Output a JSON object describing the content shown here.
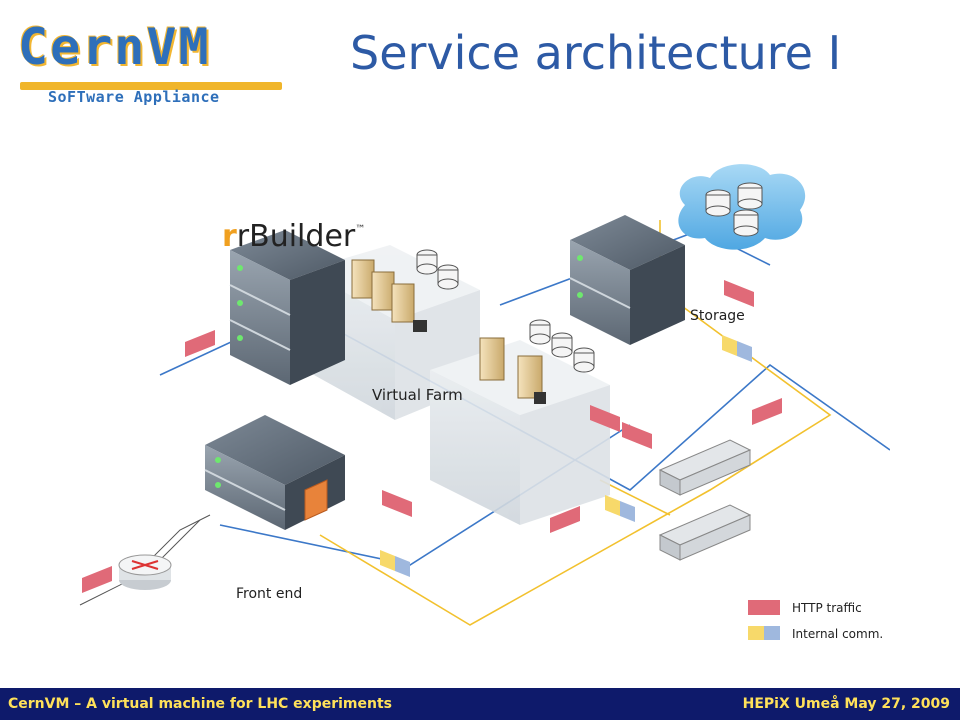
{
  "logo": {
    "main": "CernVM",
    "sub": "SoFTware Appliance"
  },
  "title": "Service architecture I",
  "diagram": {
    "rbuilder_label": "rBuilder",
    "trademark": "™",
    "virtual_farm_label": "Virtual Farm",
    "storage_label": "Storage",
    "front_end_label": "Front end",
    "legend": {
      "http": "HTTP traffic",
      "internal": "Internal comm."
    },
    "colors": {
      "http": "#e06a78",
      "internal_yellow": "#f7d96a",
      "internal_blue": "#9fb8de",
      "blue_line": "#3c78c8",
      "yellow_line": "#f2c12e",
      "server": "#4a5663"
    }
  },
  "footer": {
    "left": "CernVM – A virtual machine for LHC experiments",
    "right": "HEPiX Umeå May 27, 2009"
  }
}
